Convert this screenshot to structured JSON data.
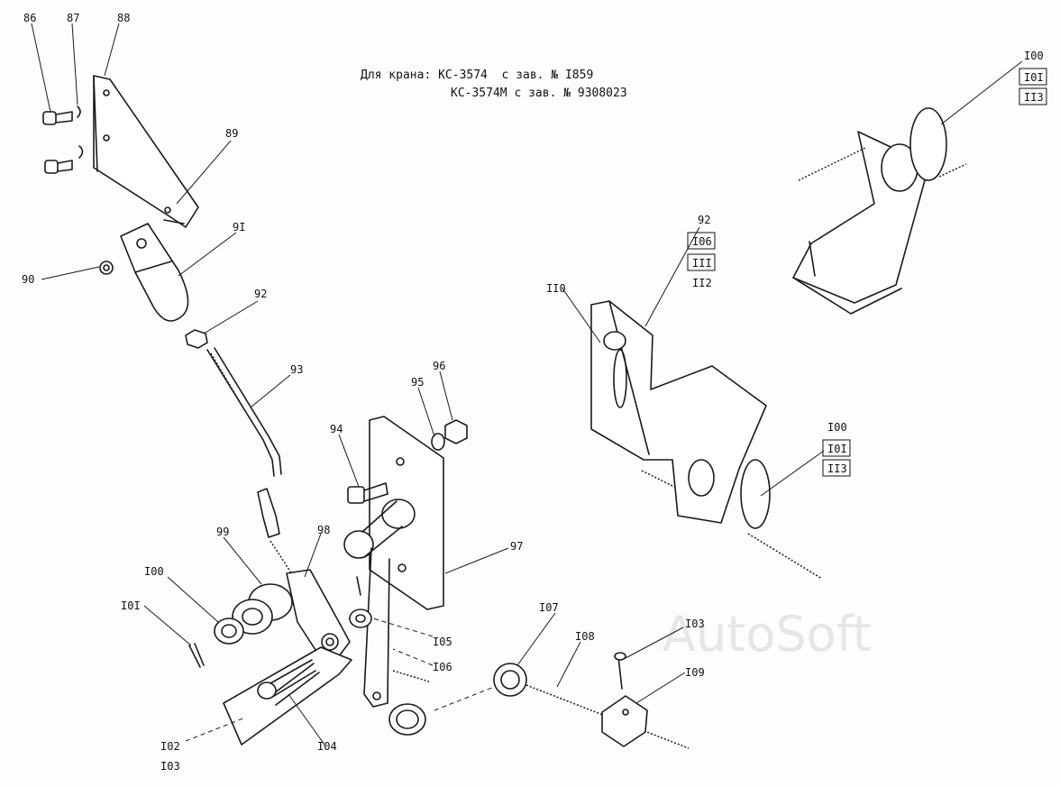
{
  "header": {
    "line1": "Для крана: КС-3574  с зав. № I859",
    "line2": "КС-3574М с зав. № 9308023"
  },
  "watermark": "AutoSoft",
  "callouts": {
    "n86": "86",
    "n87": "87",
    "n88": "88",
    "n89": "89",
    "n90": "90",
    "n91": "9I",
    "n92a": "92",
    "n93": "93",
    "n94": "94",
    "n95": "95",
    "n96": "96",
    "n97": "97",
    "n98": "98",
    "n99": "99",
    "n100a": "I00",
    "n101a": "I0I",
    "n102": "I02",
    "n103a": "I03",
    "n104": "I04",
    "n105": "I05",
    "n106a": "I06",
    "n107": "I07",
    "n108": "I08",
    "n103b": "I03",
    "n109": "I09",
    "n110": "II0",
    "n92b": "92",
    "n106b": "I06",
    "n111": "III",
    "n112": "II2",
    "n100b": "I00",
    "n101b": "I0I",
    "n113b": "II3",
    "n100c": "I00",
    "n101c": "I0I",
    "n113c": "II3"
  },
  "colors": {
    "ink": "#1a1a1a",
    "paper": "#fdfdfb",
    "watermark": "#e6e6e6"
  }
}
